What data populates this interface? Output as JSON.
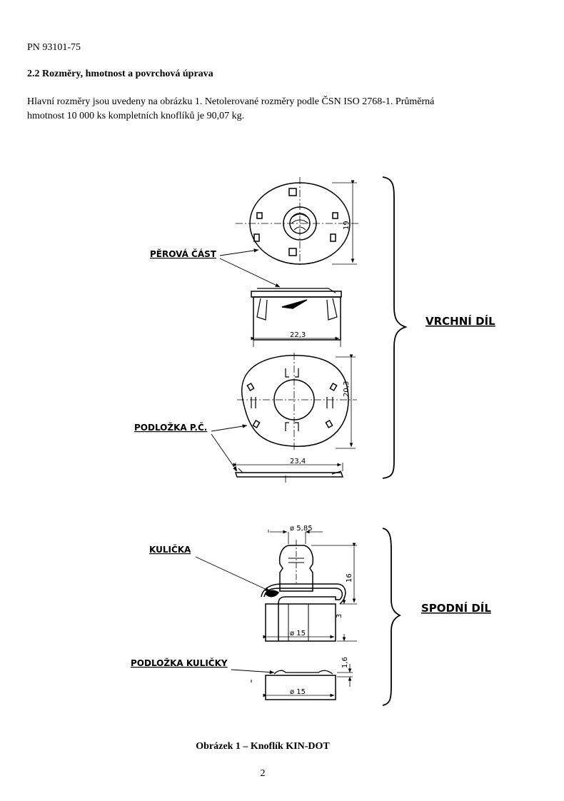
{
  "header": {
    "doc_id": "PN 93101-75"
  },
  "section": {
    "title": "2.2 Rozměry, hmotnost a povrchová úprava"
  },
  "paragraph": {
    "line1": "Hlavní rozměry jsou uvedeny na obrázku 1. Netolerované rozměry podle ČSN ISO 2768-1. Průměrná",
    "line2": "hmotnost 10 000 ks kompletních knoflíků je 90,07 kg."
  },
  "figure": {
    "labels": {
      "perova_cast": "PĚROVÁ ČÁST",
      "podlozka_pc": "PODLOŽKA P.Č.",
      "kulicka": "KULIČKA",
      "podlozka_kulicky": "PODLOŽKA KULIČKY",
      "vrchni_dil": "VRCHNÍ DÍL",
      "spodni_dil": "SPODNÍ DÍL"
    },
    "dimensions": {
      "d19": "19",
      "d22_3": "22,3",
      "d20_3": "20,3",
      "d23_4": "23,4",
      "d5_85": "ø 5,85",
      "d16": "16",
      "d3": "3",
      "d15a": "ø 15",
      "d1_6": "1,6",
      "d15b": "ø 15"
    }
  },
  "caption": "Obrázek 1 – Knoflík KIN-DOT",
  "page_number": "2"
}
